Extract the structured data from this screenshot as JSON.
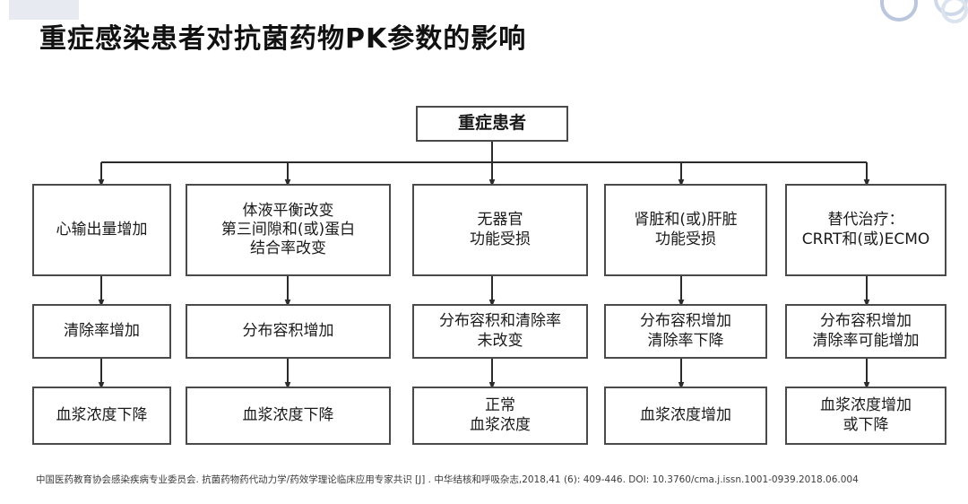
{
  "slide": {
    "title": "重症感染患者对抗菌药物PK参数的影响",
    "background_color": "#ffffff",
    "border_color": "#4a4a4a",
    "text_color": "#1a1a1a"
  },
  "chart_data": {
    "type": "diagram",
    "title": "重症感染患者对抗菌药物PK参数的影响",
    "layout": "top-down flowchart, 1 root node branching to 5 columns, each column has 3 stacked stages",
    "root": {
      "id": "root",
      "label": "重症患者"
    },
    "columns": [
      {
        "id": "col1",
        "stage1": "心输出量增加",
        "stage2": "清除率增加",
        "stage3": "血浆浓度下降"
      },
      {
        "id": "col2",
        "stage1": "体液平衡改变\n第三间隙和(或)蛋白\n结合率改变",
        "stage2": "分布容积增加",
        "stage3": "血浆浓度下降"
      },
      {
        "id": "col3",
        "stage1": "无器官\n功能受损",
        "stage2": "分布容积和清除率\n未改变",
        "stage3": "正常\n血浆浓度"
      },
      {
        "id": "col4",
        "stage1": "肾脏和(或)肝脏\n功能受损",
        "stage2": "分布容积增加\n清除率下降",
        "stage3": "血浆浓度增加"
      },
      {
        "id": "col5",
        "stage1": "替代治疗：\nCRRT和(或)ECMO",
        "stage2": "分布容积增加\n清除率可能增加",
        "stage3": "血浆浓度增加\n或下降"
      }
    ],
    "edges": [
      "root -> col1.stage1",
      "root -> col2.stage1",
      "root -> col3.stage1",
      "root -> col4.stage1",
      "root -> col5.stage1",
      "col1.stage1 -> col1.stage2",
      "col1.stage2 -> col1.stage3",
      "col2.stage1 -> col2.stage2",
      "col2.stage2 -> col2.stage3",
      "col3.stage1 -> col3.stage2",
      "col3.stage2 -> col3.stage3",
      "col4.stage1 -> col4.stage2",
      "col4.stage2 -> col4.stage3",
      "col5.stage1 -> col5.stage2",
      "col5.stage2 -> col5.stage3"
    ]
  },
  "citation": {
    "text": "中国医药教育协会感染疾病专业委员会. 抗菌药物药代动力学/药效学理论临床应用专家共识 [J] . 中华结核和呼吸杂志,2018,41 (6): 409-446. DOI: 10.3760/cma.j.issn.1001-0939.2018.06.004"
  }
}
